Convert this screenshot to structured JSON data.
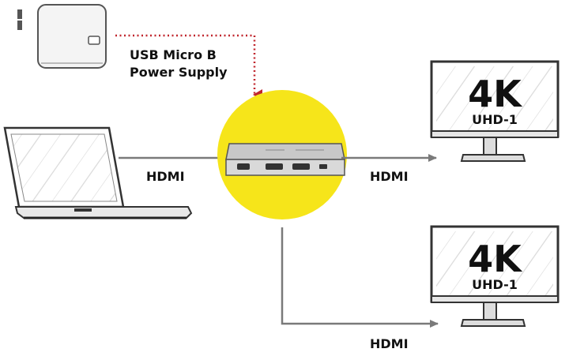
{
  "power_label_line1": "USB Micro B",
  "power_label_line2": "Power Supply",
  "hdmi_input_label": "HDMI",
  "hdmi_output1_label": "HDMI",
  "hdmi_output2_label": "HDMI",
  "monitor1": {
    "resolution": "4K",
    "standard": "UHD-1"
  },
  "monitor2": {
    "resolution": "4K",
    "standard": "UHD-1"
  },
  "colors": {
    "highlight": "#f6e51a",
    "power_line": "#c0262d",
    "cable": "#7a7a7a",
    "text": "#111111"
  }
}
